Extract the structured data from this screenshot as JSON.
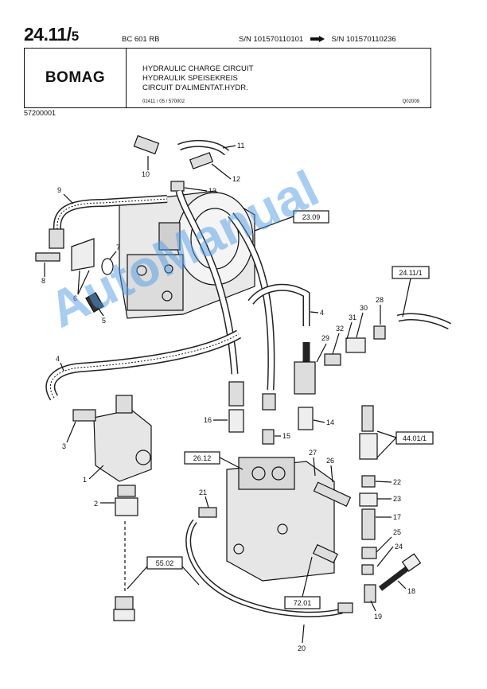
{
  "header": {
    "page_number": "24.11/",
    "page_number_sub": "5",
    "model": "BC 601 RB",
    "serial_from": "S/N 101570110101",
    "serial_to": "S/N 101570110236",
    "logo_text": "BOMAG",
    "title_en": "HYDRAULIC CHARGE CIRCUIT",
    "title_de": "HYDRAULIK SPEISEKREIS",
    "title_fr": "CIRCUIT D'ALIMENTAT.HYDR.",
    "doc_code": "02411 / 05 / 570002",
    "drawing_code": "Q02009",
    "part_number": "57200001"
  },
  "watermark": "AutoManual",
  "references": [
    "23.09",
    "24.11/1",
    "44.01/1",
    "26.12",
    "55.02",
    "72.01"
  ],
  "callouts": [
    "1",
    "2",
    "3",
    "4",
    "4",
    "5",
    "6",
    "7",
    "8",
    "9",
    "10",
    "11",
    "12",
    "13",
    "14",
    "15",
    "16",
    "17",
    "18",
    "19",
    "20",
    "21",
    "22",
    "23",
    "24",
    "25",
    "26",
    "27",
    "28",
    "29",
    "30",
    "31",
    "32"
  ]
}
